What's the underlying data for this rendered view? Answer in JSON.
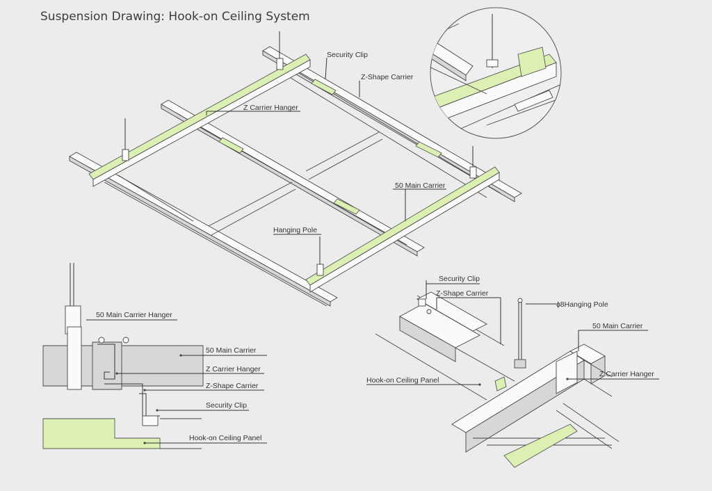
{
  "title": "Suspension Drawing: Hook-on Ceiling System",
  "colors": {
    "background": "#ececec",
    "highlight": "#dcf0b4",
    "line": "#333333",
    "section_fill": "#d7d7d7"
  },
  "main_view": {
    "labels": {
      "security_clip": "Security Clip",
      "z_shape_carrier": "Z-Shape Carrier",
      "z_carrier_hanger": "Z Carrier Hanger",
      "main_carrier": "50 Main Carrier",
      "hanging_pole": "Hanging Pole"
    }
  },
  "section_view": {
    "labels": {
      "main_carrier_hanger": "50 Main Carrier Hanger",
      "main_carrier": "50 Main Carrier",
      "z_carrier_hanger": "Z Carrier Hanger",
      "z_shape_carrier": "Z-Shape Carrier",
      "security_clip": "Security Clip",
      "ceiling_panel": "Hook-on Ceiling Panel"
    }
  },
  "detail_view": {
    "labels": {
      "security_clip": "Security Clip",
      "z_shape_carrier": "Z-Shape Carrier",
      "hanging_pole": "ɸ8Hanging Pole",
      "main_carrier": "50 Main Carrier",
      "z_carrier_hanger": "Z Carrier Hanger",
      "ceiling_panel": "Hook-on Ceiling Panel"
    }
  }
}
